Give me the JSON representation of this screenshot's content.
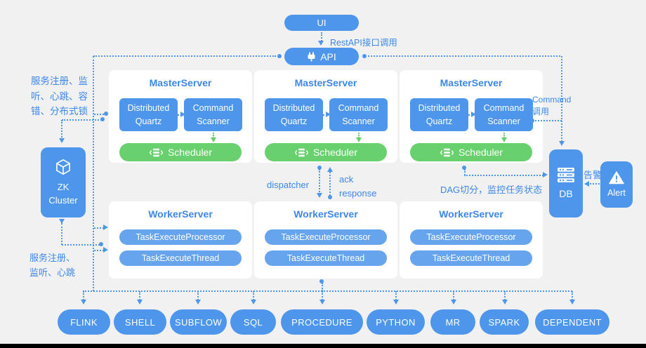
{
  "colors": {
    "blue": "#4d96ec",
    "green": "#68d06c",
    "label_blue": "#3d87e9",
    "background": "#f1f1f2"
  },
  "top": {
    "ui_label": "UI",
    "api_label": "API",
    "rest_label": "RestAPI接口调用"
  },
  "left": {
    "zk_note": "服务注册、监\n听、心跳、容\n错、分布式锁",
    "zk_label": "ZK\nCluster",
    "worker_note": "服务注册、\n监听、心跳"
  },
  "master": {
    "title": "MasterServer",
    "quartz": "Distributed\nQuartz",
    "scanner": "Command\nScanner",
    "scheduler": "Scheduler"
  },
  "worker": {
    "title": "WorkerServer",
    "processor": "TaskExecuteProcessor",
    "thread": "TaskExecuteThread"
  },
  "middle": {
    "dispatcher": "dispatcher",
    "ack": "ack\nresponse",
    "dag_note": "DAG切分，监控任务状态"
  },
  "right": {
    "command_note": "Command\n调用",
    "db_label": "DB",
    "alert_note": "告警",
    "alert_label": "Alert"
  },
  "tasks": [
    "FLINK",
    "SHELL",
    "SUBFLOW",
    "SQL",
    "PROCEDURE",
    "PYTHON",
    "MR",
    "SPARK",
    "DEPENDENT"
  ]
}
